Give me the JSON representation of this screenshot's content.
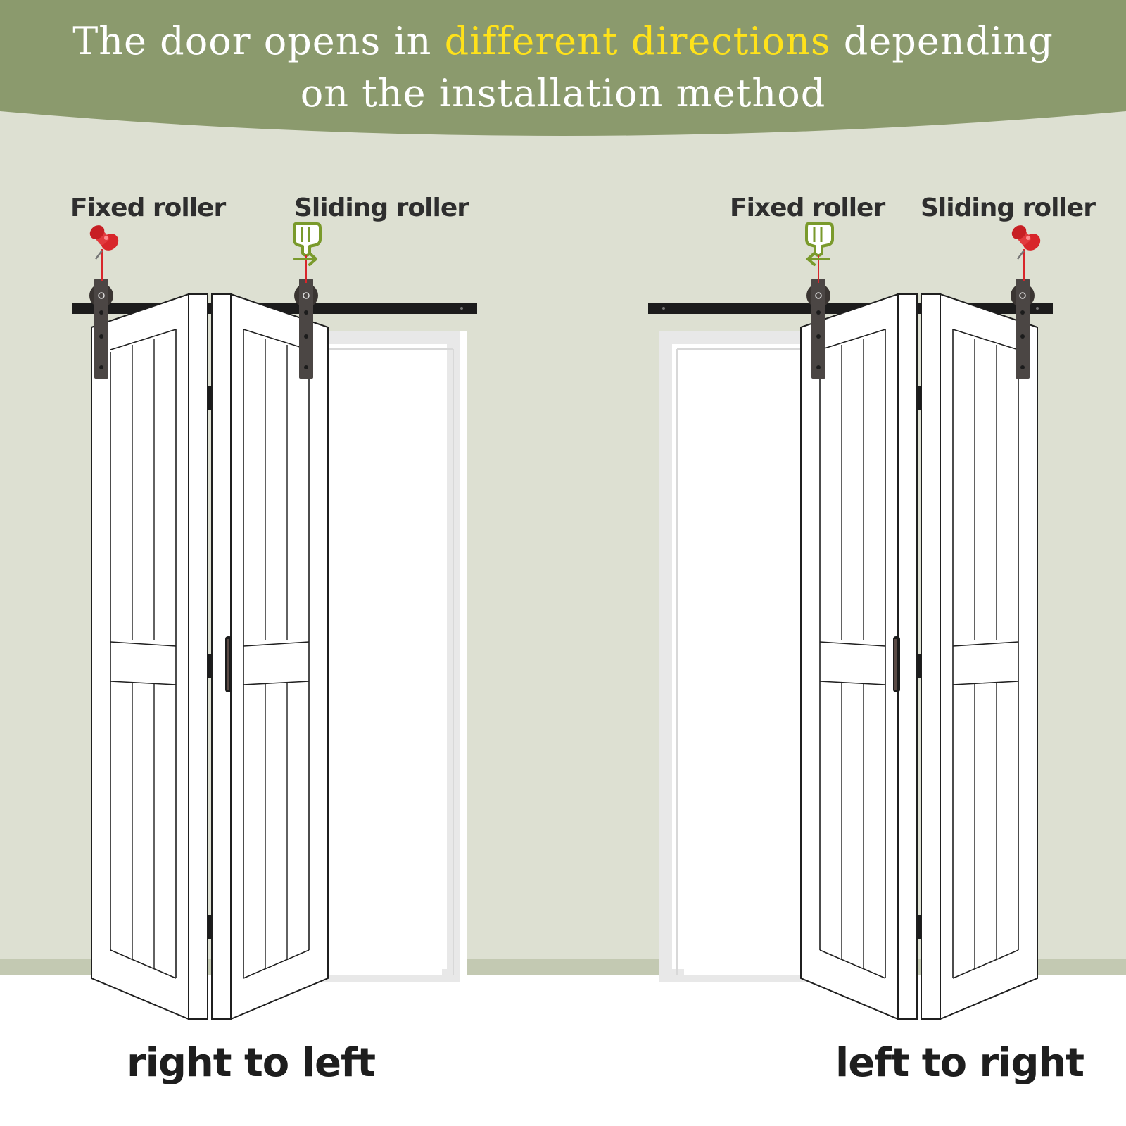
{
  "header": {
    "line1_pre": "The door opens in ",
    "line1_highlight": "different directions",
    "line1_post": " depending",
    "line2": "on the installation method"
  },
  "left_scene": {
    "fixed_label": "Fixed roller",
    "sliding_label": "Sliding roller",
    "direction": "right to left",
    "arrow": "right"
  },
  "right_scene": {
    "fixed_label": "Fixed roller",
    "sliding_label": "Sliding roller",
    "direction": "left to right",
    "arrow": "left"
  },
  "colors": {
    "banner": "#8b9a6d",
    "wall": "#dde0d2",
    "baseboard": "#c3c9b2",
    "highlight": "#ffe21a",
    "rail": "#1c1c1c",
    "hanger": "#4b4644",
    "pin": "#d8262b",
    "hand": "#7a9a2c"
  },
  "icons": [
    "push-pin-icon",
    "pointing-hand-icon",
    "arrow-right-icon",
    "arrow-left-icon"
  ]
}
